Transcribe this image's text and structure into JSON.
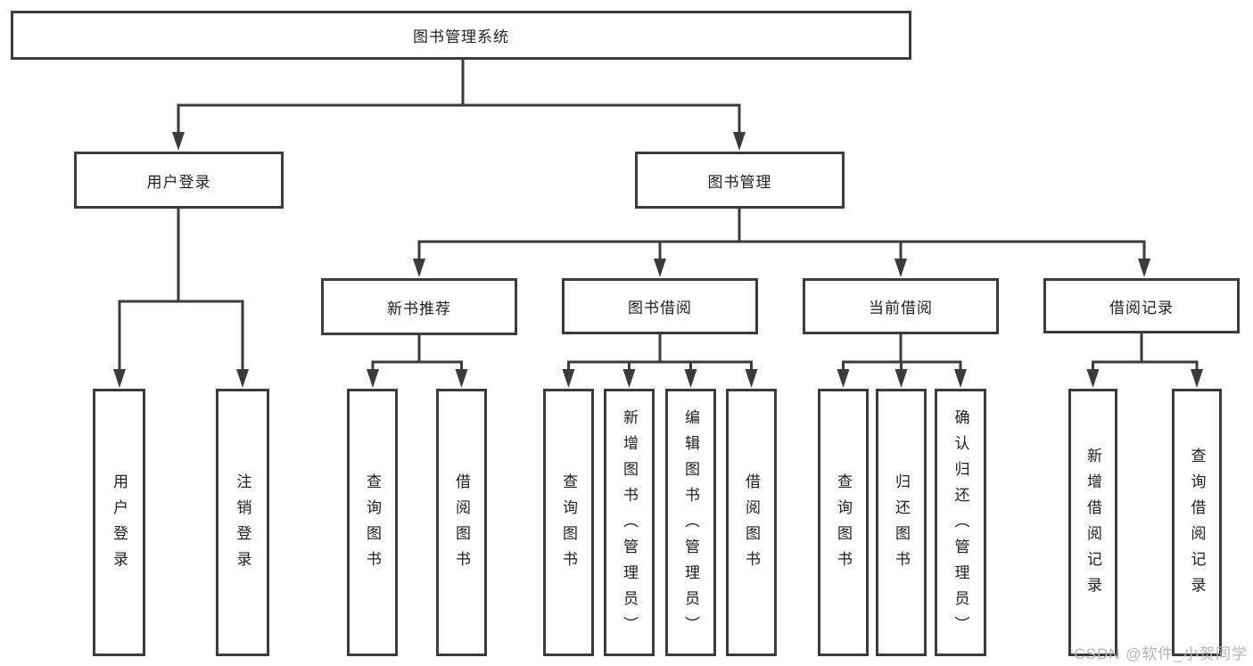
{
  "colors": {
    "line": "#3b3b3b",
    "box_border": "#3b3b3b",
    "text": "#1f1f1f",
    "background": "#ffffff",
    "watermark": "#b5b5b9"
  },
  "diagram": {
    "root": {
      "label": "图书管理系统"
    },
    "level2": [
      {
        "label": "用户登录"
      },
      {
        "label": "图书管理"
      }
    ],
    "level3": [
      {
        "label": "新书推荐"
      },
      {
        "label": "图书借阅"
      },
      {
        "label": "当前借阅"
      },
      {
        "label": "借阅记录"
      }
    ],
    "leaves": [
      {
        "label": "用户登录"
      },
      {
        "label": "注销登录"
      },
      {
        "label": "查询图书"
      },
      {
        "label": "借阅图书"
      },
      {
        "label": "查询图书"
      },
      {
        "label": "新增图书（管理员）"
      },
      {
        "label": "编辑图书（管理员）"
      },
      {
        "label": "借阅图书"
      },
      {
        "label": "查询图书"
      },
      {
        "label": "归还图书"
      },
      {
        "label": "确认归还（管理员）"
      },
      {
        "label": "新增借阅记录"
      },
      {
        "label": "查询借阅记录"
      }
    ]
  },
  "watermark": {
    "text": "CSDN @软件_小贺同学"
  }
}
